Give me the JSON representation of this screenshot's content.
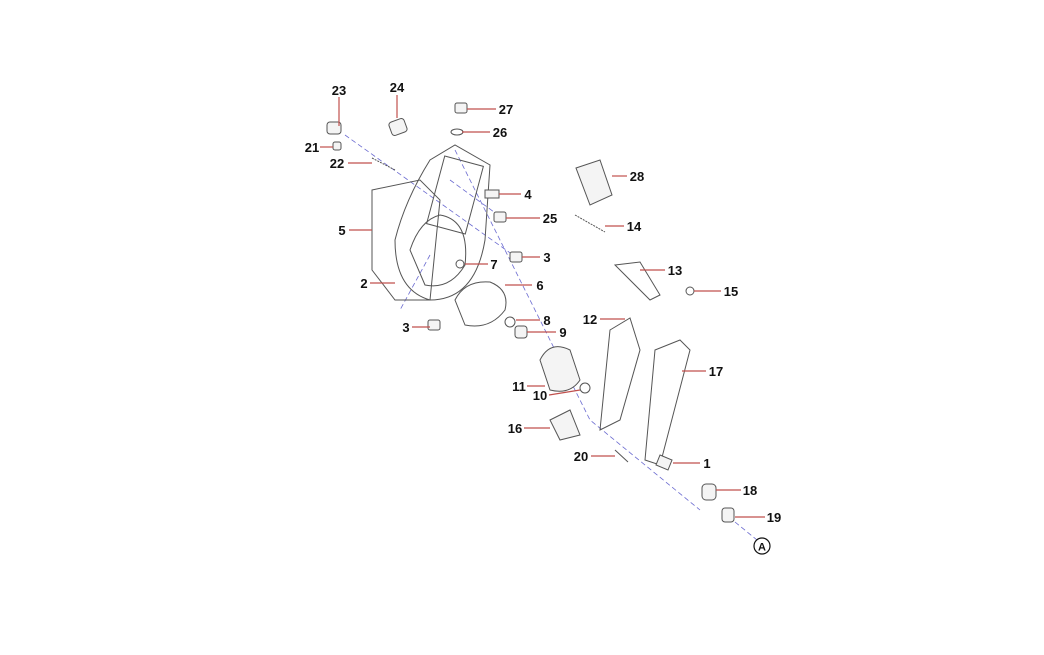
{
  "diagram": {
    "callouts": [
      "23",
      "24",
      "27",
      "26",
      "21",
      "22",
      "28",
      "4",
      "25",
      "14",
      "5",
      "3",
      "7",
      "13",
      "2",
      "6",
      "15",
      "3",
      "8",
      "12",
      "9",
      "17",
      "11",
      "10",
      "16",
      "20",
      "1",
      "18",
      "19"
    ],
    "reference_marker": "A"
  }
}
